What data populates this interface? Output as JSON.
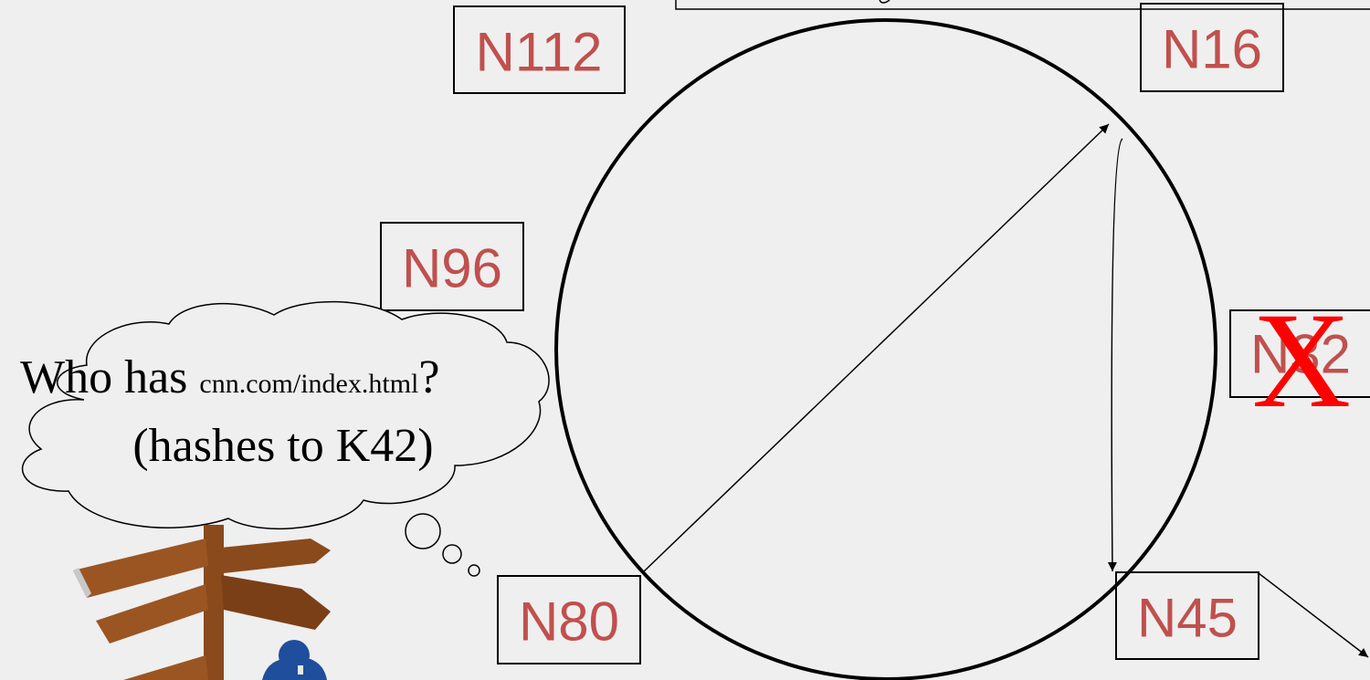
{
  "nodes": [
    {
      "id": "n112",
      "label": "N112"
    },
    {
      "id": "n16",
      "label": "N16"
    },
    {
      "id": "n96",
      "label": "N96"
    },
    {
      "id": "n32",
      "label": "N32",
      "failed": true
    },
    {
      "id": "n80",
      "label": "N80"
    },
    {
      "id": "n45",
      "label": "N45"
    }
  ],
  "failure_mark": "X",
  "query": {
    "line1_prefix": "Who has ",
    "line1_url": "cnn.com/index.html",
    "line1_suffix": "?",
    "line2": "(hashes to K42)"
  },
  "colors": {
    "background": "#efefef",
    "node_text": "#c0504d",
    "failure_mark": "#ff0000",
    "lines": "#000000",
    "signpost": "#8a4a1c",
    "person": "#1f4e9c"
  },
  "icons": {
    "signpost": "signpost-icon",
    "person": "person-icon"
  }
}
